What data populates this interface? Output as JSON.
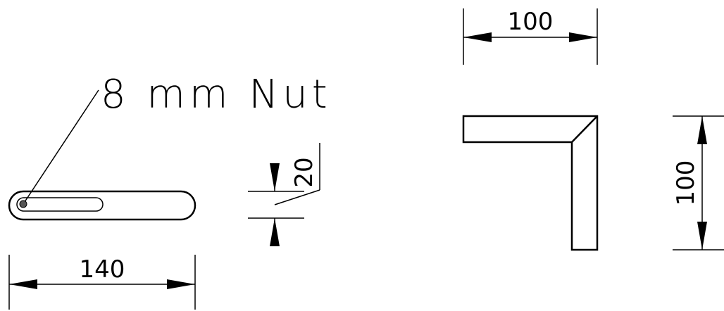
{
  "label": "8 mm Nut",
  "dimensions": {
    "slot_length": "140",
    "slot_width": "20",
    "angle_width": "100",
    "angle_height": "100"
  }
}
